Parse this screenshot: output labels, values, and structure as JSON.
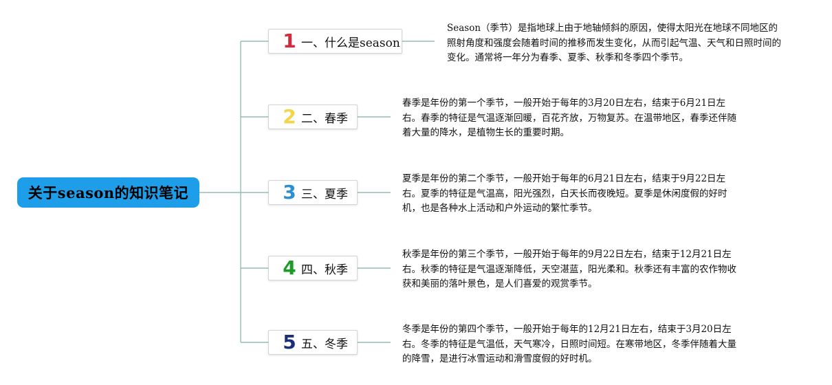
{
  "root": {
    "title": "关于season的知识笔记",
    "color": "#1e9ee8"
  },
  "line_color": "#8fbfb3",
  "topics": [
    {
      "number": "1",
      "number_color": "#d42a3a",
      "label": "一、什么是season",
      "desc": "Season（季节）是指地球上由于地轴倾斜的原因，使得太阳光在地球不同地区的照射角度和强度会随着时间的推移而发生变化，从而引起气温、天气和日照时间的变化。通常将一年分为春季、夏季、秋季和冬季四个季节。"
    },
    {
      "number": "2",
      "number_color": "#f2d54a",
      "label": "二、春季",
      "desc": "春季是年份的第一个季节，一般开始于每年的3月20日左右，结束于6月21日左右。春季的特征是气温逐渐回暖，百花齐放，万物复苏。在温带地区，春季还伴随着大量的降水，是植物生长的重要时期。"
    },
    {
      "number": "3",
      "number_color": "#2b8fd0",
      "label": "三、夏季",
      "desc": "夏季是年份的第二个季节，一般开始于每年的6月21日左右，结束于9月22日左右。夏季的特征是气温高，阳光强烈，白天长而夜晚短。夏季是休闲度假的好时机，也是各种水上活动和户外运动的繁忙季节。"
    },
    {
      "number": "4",
      "number_color": "#1e9a2a",
      "label": "四、秋季",
      "desc": "秋季是年份的第三个季节，一般开始于每年的9月22日左右，结束于12月21日左右。秋季的特征是气温逐渐降低，天空湛蓝，阳光柔和。秋季还有丰富的农作物收获和美丽的落叶景色，是人们喜爱的观赏季节。"
    },
    {
      "number": "5",
      "number_color": "#1a2f7a",
      "label": "五、冬季",
      "desc": "冬季是年份的第四个季节，一般开始于每年的12月21日左右，结束于3月20日左右。冬季的特征是气温低，天气寒冷，日照时间短。在寒带地区，冬季伴随着大量的降雪，是进行冰雪运动和滑雪度假的好时机。"
    }
  ]
}
